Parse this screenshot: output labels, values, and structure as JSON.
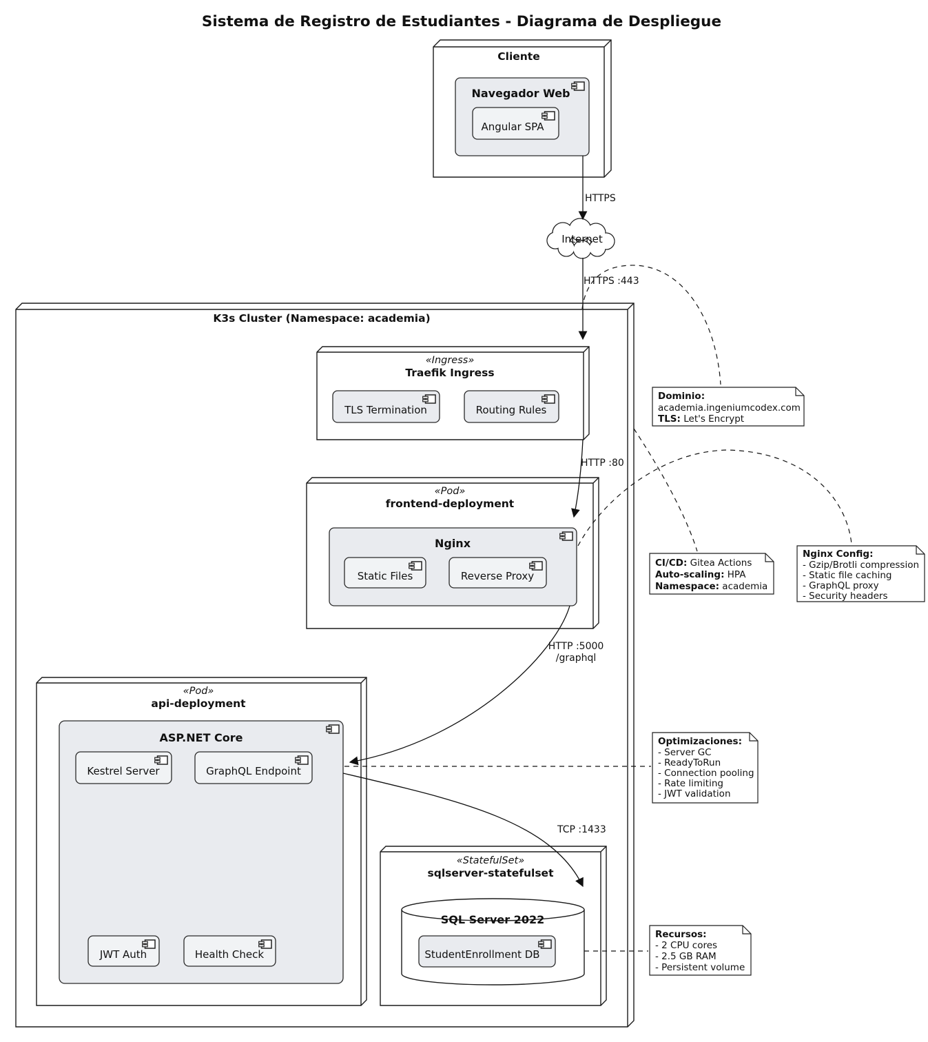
{
  "title": "Sistema de Registro de Estudiantes - Diagrama de Despliegue",
  "nodes": {
    "cliente": {
      "title": "Cliente"
    },
    "navegador_web": {
      "label": "Navegador Web"
    },
    "angular_spa": {
      "label": "Angular SPA"
    },
    "internet": {
      "label": "Internet"
    },
    "k3s": {
      "title": "K3s Cluster (Namespace: academia)"
    },
    "traefik": {
      "stereotype": "«Ingress»",
      "title": "Traefik Ingress"
    },
    "tls_termination": {
      "label": "TLS Termination"
    },
    "routing_rules": {
      "label": "Routing Rules"
    },
    "frontend": {
      "stereotype": "«Pod»",
      "title": "frontend-deployment"
    },
    "nginx": {
      "label": "Nginx"
    },
    "static_files": {
      "label": "Static Files"
    },
    "reverse_proxy": {
      "label": "Reverse Proxy"
    },
    "api": {
      "stereotype": "«Pod»",
      "title": "api-deployment"
    },
    "aspnet": {
      "label": "ASP.NET Core"
    },
    "kestrel": {
      "label": "Kestrel Server"
    },
    "graphql_endpoint": {
      "label": "GraphQL Endpoint"
    },
    "jwt_auth": {
      "label": "JWT Auth"
    },
    "health_check": {
      "label": "Health Check"
    },
    "sqlserver": {
      "stereotype": "«StatefulSet»",
      "title": "sqlserver-statefulset"
    },
    "sql2022": {
      "label": "SQL Server 2022"
    },
    "studentdb": {
      "label": "StudentEnrollment DB"
    }
  },
  "edges": {
    "https": {
      "label": "HTTPS"
    },
    "https443": {
      "label": "HTTPS :443"
    },
    "http80": {
      "label": "HTTP :80"
    },
    "http5000": {
      "label": "HTTP :5000",
      "label2": "/graphql"
    },
    "tcp1433": {
      "label": "TCP :1433"
    }
  },
  "notes": {
    "dominio": {
      "title": "Dominio:",
      "line1": "academia.ingeniumcodex.com",
      "line2_label": "TLS:",
      "line2_value": " Let's Encrypt"
    },
    "cicd": {
      "line1_label": "CI/CD:",
      "line1_value": " Gitea Actions",
      "line2_label": "Auto-scaling:",
      "line2_value": " HPA",
      "line3_label": "Namespace:",
      "line3_value": " academia"
    },
    "nginx_config": {
      "title": "Nginx Config:",
      "items": [
        "- Gzip/Brotli compression",
        "- Static file caching",
        "- GraphQL proxy",
        "- Security headers"
      ]
    },
    "optimizaciones": {
      "title": "Optimizaciones:",
      "items": [
        "- Server GC",
        "- ReadyToRun",
        "- Connection pooling",
        "- Rate limiting",
        "- JWT validation"
      ]
    },
    "recursos": {
      "title": "Recursos:",
      "items": [
        "- 2 CPU cores",
        "- 2.5 GB RAM",
        "- Persistent volume"
      ]
    }
  },
  "colors": {
    "component_fill": "#e9ebef",
    "note_fill": "#ffffff",
    "line": "#111111"
  }
}
